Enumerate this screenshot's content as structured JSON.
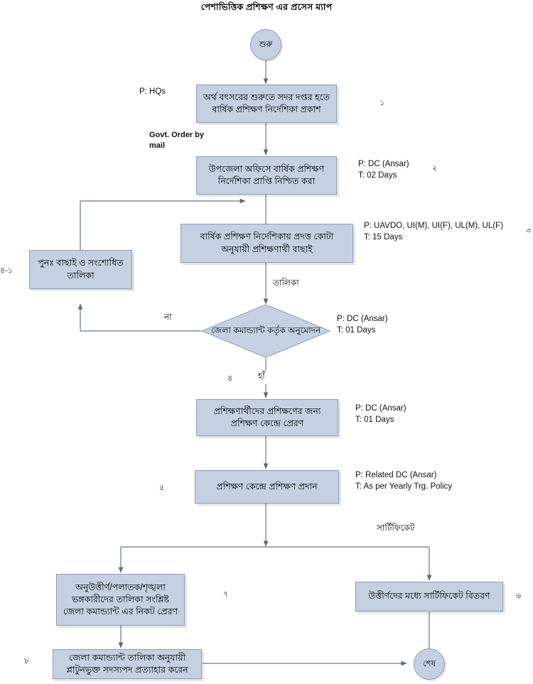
{
  "title": "পেশাভিত্তিক প্রশিক্ষণ এর প্রসেস ম্যাপ",
  "nodes": {
    "start": "শুরু",
    "end": "শেষ",
    "box1": "অর্থ বৎসরের শুরুতে সদর দপ্তর হতে বার্ষিক প্রশিক্ষণ নির্দেশিকা প্রকাশ",
    "box2": "উপজেলা অফিসে বার্ষিক প্রশিক্ষণ নির্দেশিকা প্রাপ্তি নিশ্চিত করা",
    "box3": "বার্ষিক প্রশিক্ষণ নির্দেশিকায় প্রদত্ত কোটা অনুযায়ী প্রশিক্ষণার্থী বাছাই",
    "rework": "পুনঃ  বাছাই ও সংশোধিত তালিকা",
    "decision": "জেলা কমান্ড্যান্ট কর্তৃক অনুমোদন",
    "box5": "প্রশিক্ষণার্থীদের প্রশিক্ষণের জন্য প্রশিক্ষণ কেন্দ্রে প্রেরণ",
    "box6": "প্রশিক্ষণ কেন্দ্রে প্রশিক্ষণ প্রদান",
    "box7": "অনুউত্তীর্ণ/পলাতক/শৃঙ্খলা ভঙ্গকারীদের তালিকা সংশ্লিষ্ট  জেলা কমান্ড্যান্ট এর নিকট প্রেরণ",
    "box_cert": "উত্তীর্ণদের মধ্যে সার্টিফিকেট বিতরণ",
    "box8": "জেলা কমান্ড্যান্ট তালিকা অনুযায়ী প্লাটুনভুক্ত সদস্যপদ প্রত্যাহার করেন"
  },
  "annotations": {
    "p_hqs": "P: HQs",
    "govt_order": "Govt. Order by\nmail",
    "dc_2days": "P: DC (Ansar)\nT: 02 Days",
    "uavdo_15days": "P: UAVDO, UI(M), UI(F), UL(M), UL(F)\nT: 15 Days",
    "dc_1days_decision": "P: DC (Ansar)\nT: 01 Days",
    "dc_1days_send": "P: DC (Ansar)\nT: 01 Days",
    "related_dc": "P: Related DC (Ansar)\nT: As per Yearly Trg. Policy"
  },
  "edge_labels": {
    "talika": "তালিকা",
    "na": "না",
    "ha": "হাঁ",
    "certificate": "সার্টিফিকেট"
  },
  "step_numbers": {
    "n1": "১",
    "n2": "২",
    "n3": "৩",
    "n4_1": "৪-১",
    "n4": "৪",
    "n5": "৫",
    "n6": "৬",
    "n7": "৭",
    "n8": "৮"
  },
  "colors": {
    "node_fill": "#c5d1e3",
    "node_border": "#8a9bb5",
    "connector": "#6b7686",
    "text": "#000000",
    "background": "#ffffff"
  }
}
